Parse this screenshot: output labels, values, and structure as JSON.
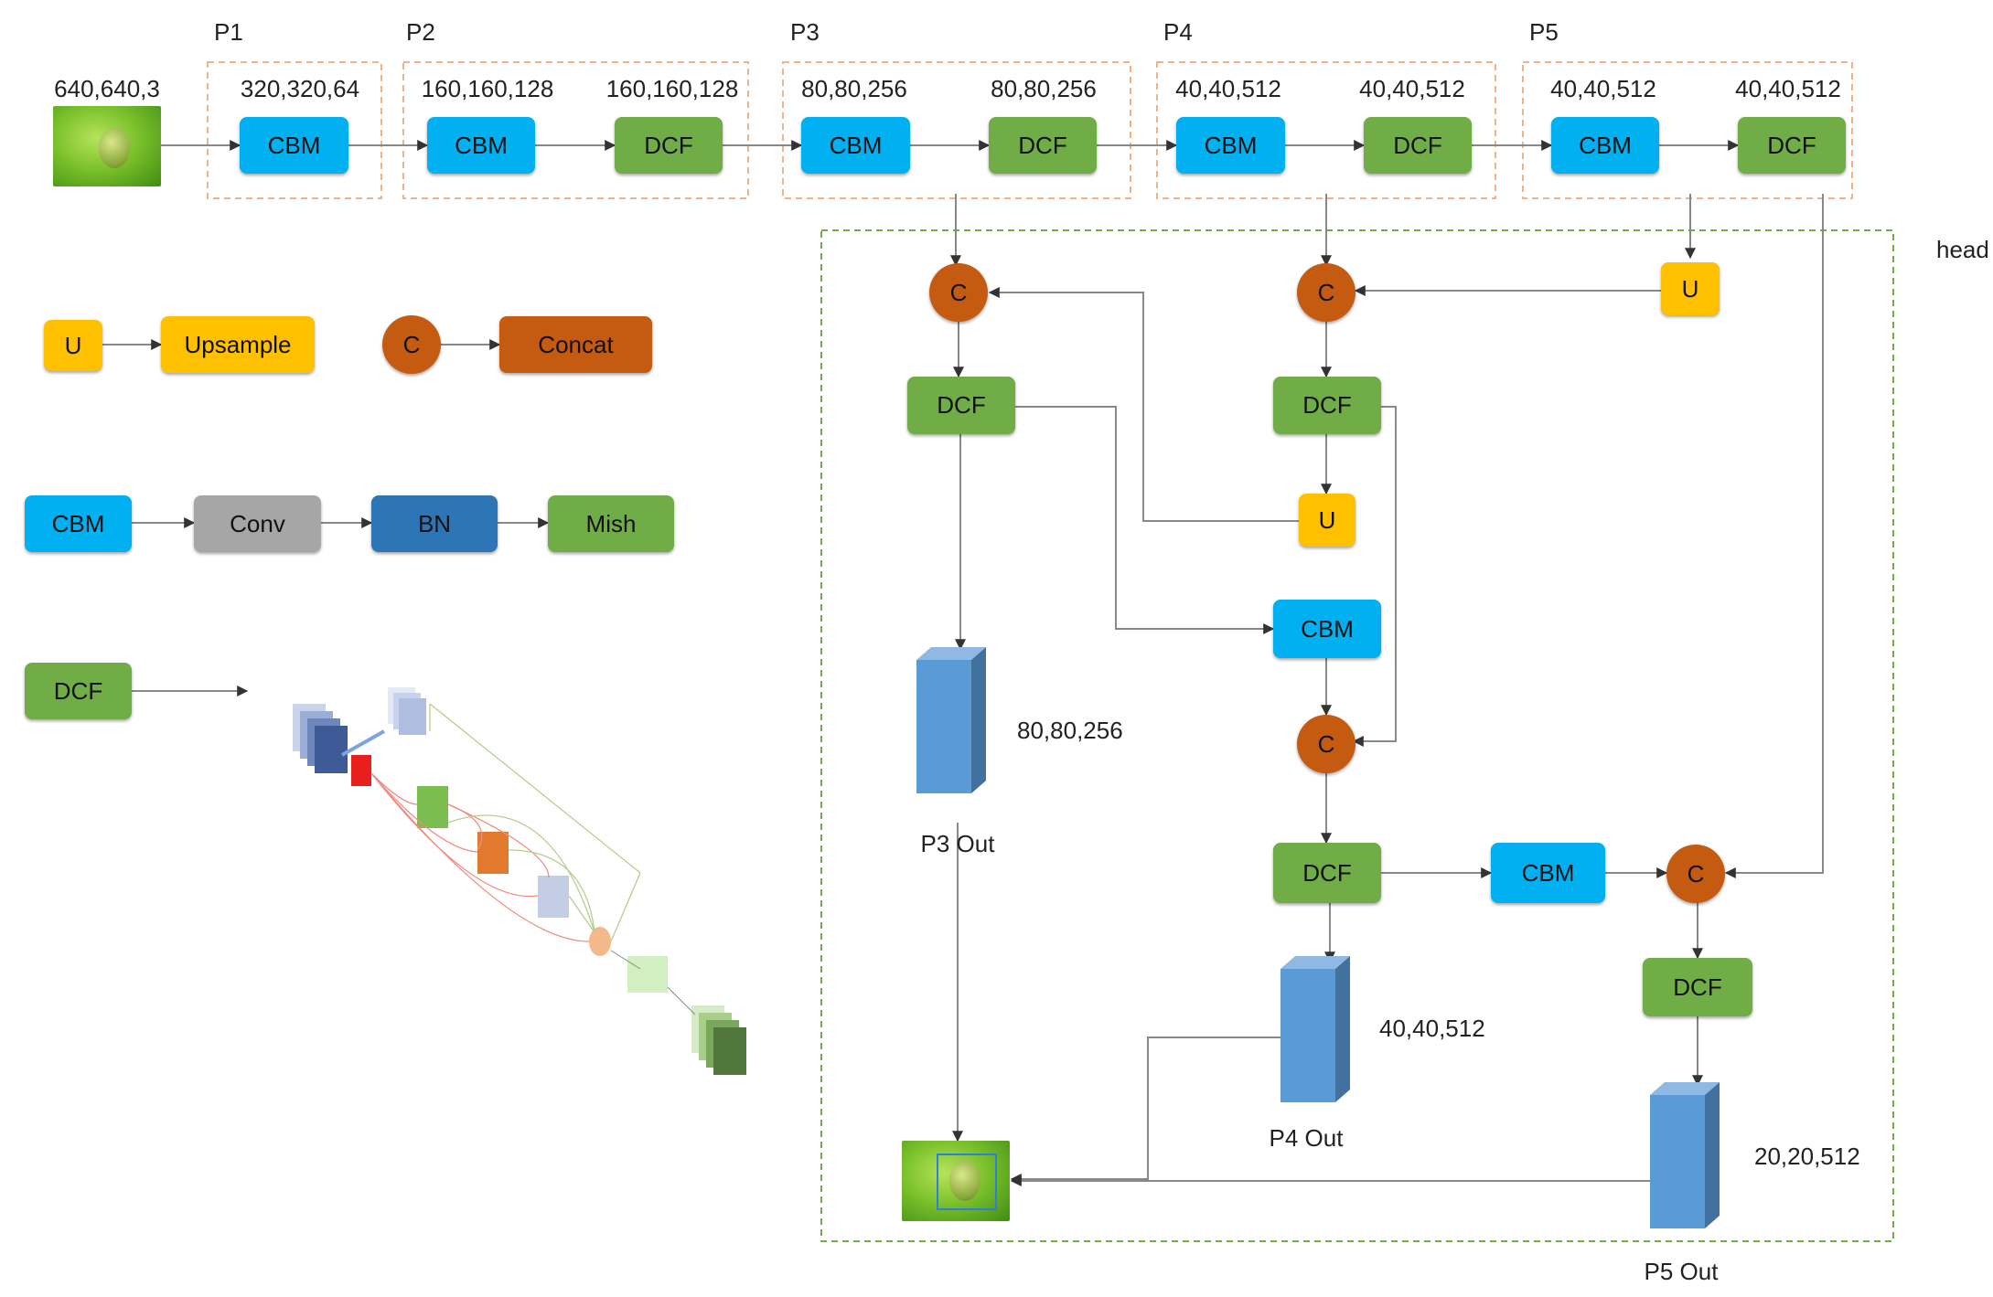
{
  "backbone": {
    "input_dim": "640,640,3",
    "stages": [
      {
        "label": "P1",
        "dims": [
          "320,320,64"
        ],
        "blocks": [
          "CBM"
        ]
      },
      {
        "label": "P2",
        "dims": [
          "160,160,128",
          "160,160,128"
        ],
        "blocks": [
          "CBM",
          "DCF"
        ]
      },
      {
        "label": "P3",
        "dims": [
          "80,80,256",
          "80,80,256"
        ],
        "blocks": [
          "CBM",
          "DCF"
        ]
      },
      {
        "label": "P4",
        "dims": [
          "40,40,512",
          "40,40,512"
        ],
        "blocks": [
          "CBM",
          "DCF"
        ]
      },
      {
        "label": "P5",
        "dims": [
          "40,40,512",
          "40,40,512"
        ],
        "blocks": [
          "CBM",
          "DCF"
        ]
      }
    ]
  },
  "legend": {
    "upsample": {
      "symbol": "U",
      "label": "Upsample"
    },
    "concat": {
      "symbol": "C",
      "label": "Concat"
    },
    "cbm": {
      "symbol": "CBM",
      "parts": [
        "Conv",
        "BN",
        "Mish"
      ]
    },
    "dcf": {
      "symbol": "DCF"
    }
  },
  "head": {
    "label": "head",
    "nodes": {
      "c1": "C",
      "c2": "C",
      "c3": "C",
      "c4": "C",
      "u1": "U",
      "u2": "U",
      "dcf_p3": "DCF",
      "dcf_p4a": "DCF",
      "dcf_p4b": "DCF",
      "dcf_p5": "DCF",
      "cbm_mid": "CBM",
      "cbm_low": "CBM"
    },
    "outputs": [
      {
        "label": "P3 Out",
        "dim": "80,80,256"
      },
      {
        "label": "P4 Out",
        "dim": "40,40,512"
      },
      {
        "label": "P5 Out",
        "dim": "20,20,512"
      }
    ]
  },
  "colors": {
    "cbm": "#00b0f0",
    "dcf": "#70ad47",
    "upsample": "#ffc000",
    "concat": "#c55a11",
    "conv": "#a6a6a6",
    "bn": "#2e75b6",
    "stage_border": "#f4b183",
    "head_border": "#70ad47",
    "output_block": "#5b9bd5"
  }
}
